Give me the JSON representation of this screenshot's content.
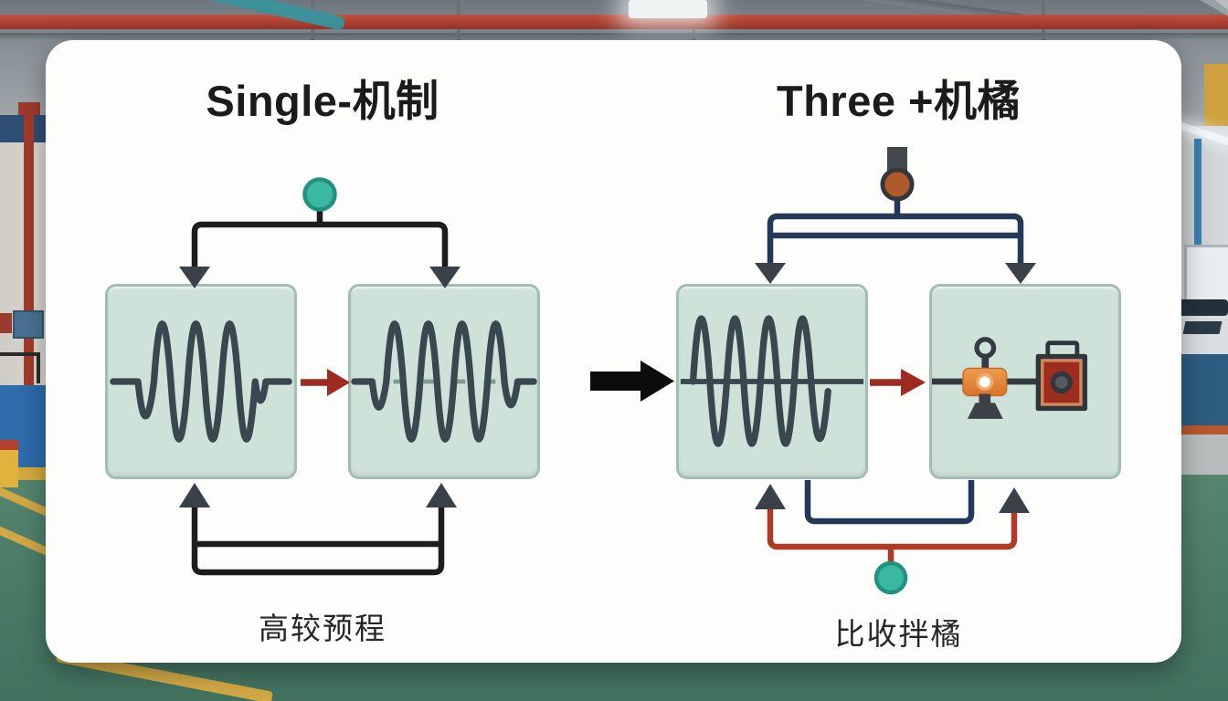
{
  "left_panel": {
    "title": "Single-机制",
    "caption": "高较预程"
  },
  "right_panel": {
    "title": "Three +机橘",
    "caption": "比收拌橘"
  },
  "icons": {
    "teal_node": "teal-circle-node",
    "orange_node": "orange-circle-node",
    "waveform": "sine-wave",
    "transducer": "orange-transducer-device",
    "speaker_device": "red-speaker-box",
    "flow_arrow": "right-arrow"
  },
  "colors": {
    "card_bg": "#fdfdfc",
    "box_fill": "#cfe2da",
    "box_border": "#a3bdb4",
    "waveform": "#3a474e",
    "black_line": "#1f1d1b",
    "navy_line": "#24395a",
    "red_line": "#b03a28",
    "red_arrow": "#9e2b22",
    "arrowhead": "#3a4149",
    "teal_node": "#3ab8a0",
    "teal_node_border": "#219181",
    "orange_node": "#b05a2c",
    "orange_device": "#e78a3e",
    "red_device": "#9e2d1f",
    "floor_green": "#4e7f6b",
    "wall_blue": "#2e6cab"
  }
}
